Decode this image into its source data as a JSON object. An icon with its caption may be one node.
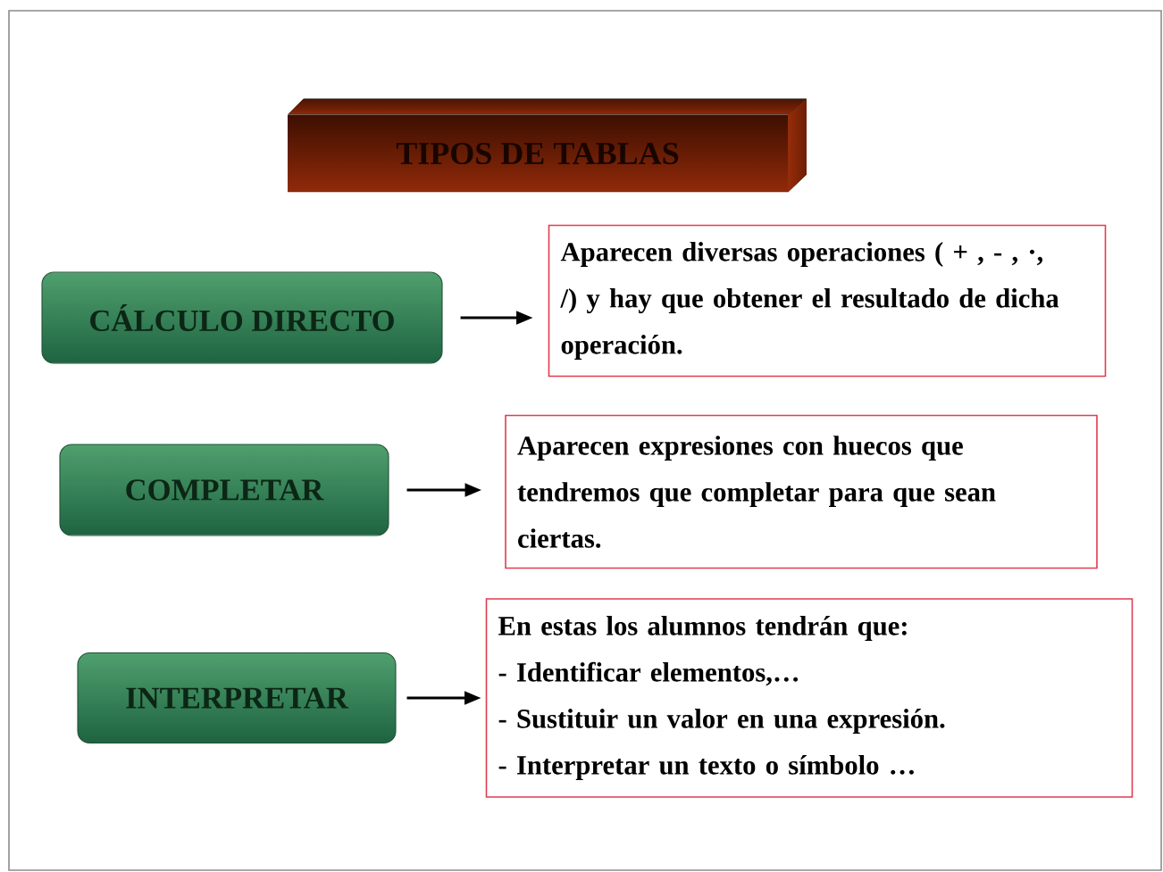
{
  "diagram": {
    "nodes": [
      {
        "text": [
          "TIPOS DE TABLAS"
        ]
      },
      {
        "text": [
          "CÁLCULO DIRECTO"
        ]
      },
      {
        "text": [
          "Aparecen diversas operaciones ( + , - , ·, /)  y  hay que obtener el resultado de dicha operación."
        ]
      },
      {
        "text": [
          "COMPLETAR"
        ]
      },
      {
        "text": [
          "Aparecen expresiones con huecos que tendremos que  completar para que sean ciertas."
        ]
      },
      {
        "text": [
          "INTERPRETAR"
        ]
      },
      {
        "text": [
          "En estas los alumnos tendrán que:",
          "- Identificar elementos,…",
          "- Sustituir un valor en una expresión.",
          "- Interpretar un texto o símbolo …"
        ]
      }
    ],
    "edges": [
      {
        "from": 1,
        "to": 2,
        "arrow": "to"
      },
      {
        "from": 3,
        "to": 4,
        "arrow": "to"
      },
      {
        "from": 5,
        "to": 6,
        "arrow": "to"
      }
    ]
  }
}
